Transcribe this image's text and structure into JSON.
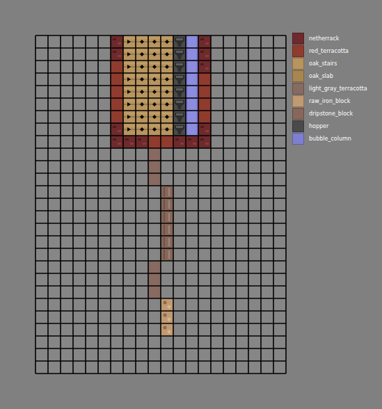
{
  "diagram": {
    "legend": [
      {
        "text": "netherrack",
        "color": "#6e2a2c"
      },
      {
        "text": "red_terracotta",
        "color": "#8f3b2e"
      },
      {
        "text": "oak_stairs",
        "color": "#b8955f"
      },
      {
        "text": "oak_slab",
        "color": "#a8864f"
      },
      {
        "text": "light_gray_terracotta",
        "color": "#876a61"
      },
      {
        "text": "raw_iron_block",
        "color": "#c09a72"
      },
      {
        "text": "dripstone_block",
        "color": "#86675a"
      },
      {
        "text": "hopper",
        "color": "#4a4a4a"
      },
      {
        "text": "bubble_column",
        "color": "#7f7fd0"
      }
    ]
  }
}
